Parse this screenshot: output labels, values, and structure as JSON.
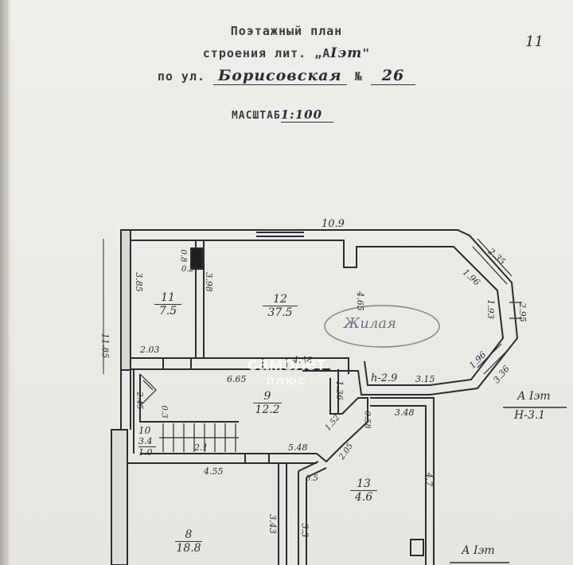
{
  "header": {
    "title_line1": "Поэтажный план",
    "title_line2": "строения лит. „А",
    "title_line2_hand": "Іэт",
    "title_line3": "по ул.",
    "street": "Борисовская",
    "number_label": "№",
    "number": "26",
    "scale_label": "МАСШТАБ",
    "scale_value": "1:100",
    "corner_mark": "11"
  },
  "plan": {
    "overall_width": "10.9",
    "rooms": [
      {
        "id": "11",
        "area": "7.5",
        "dim_a": "3.85",
        "dim_b": "2.03",
        "dim_c": "3.98"
      },
      {
        "id": "12",
        "area": "37.5",
        "dim_a": "6.65",
        "dim_b": "4.65",
        "dim_c": "4.48"
      },
      {
        "id": "9",
        "area": "12.2",
        "dim_a": "1.36",
        "dim_b": "5.48"
      },
      {
        "id": "10",
        "area": "1.0",
        "dim_a": "3.4",
        "dim_b": "2.1"
      },
      {
        "id": "13",
        "area": "4.6",
        "dim_a": "3.48",
        "dim_b": "4.7",
        "dim_c": "3.3"
      },
      {
        "id": "8",
        "area": "18.8",
        "dim_a": "4.55",
        "dim_b": "3.43"
      }
    ],
    "labels": {
      "living": "Жилая",
      "height_inner": "h-2.9",
      "height_outer": "Н-3.1",
      "lit": "А Іэт",
      "lit_bottom": "А Іэт",
      "dim_bay_1": "2.35",
      "dim_bay_2": "1.96",
      "dim_bay_3": "1.93",
      "dim_bay_4": "2.95",
      "dim_bay_5": "1.96",
      "dim_bay_6": "3.36",
      "dim_315": "3.15",
      "dim_left": "11.85",
      "dim_08": "0.8",
      "dim_02": "0.2",
      "dim_03": "0.3",
      "dim_058": "0.58",
      "dim_152": "1.52",
      "dim_205": "2.05",
      "dim_05": "0.5",
      "dim_343": "3.43",
      "dim_245": "2.45"
    }
  },
  "watermark": {
    "line1": "самолет",
    "line2": "плюс"
  }
}
